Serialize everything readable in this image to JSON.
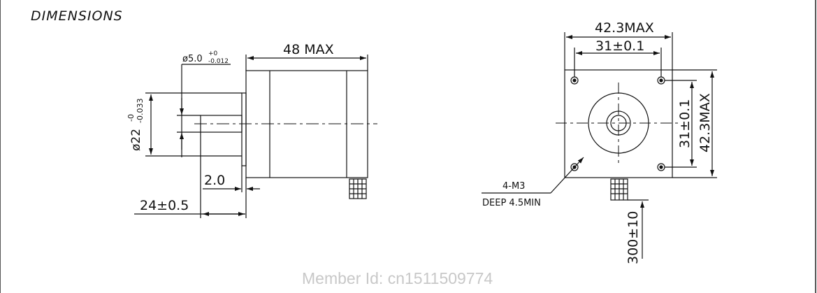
{
  "title": "DIMENSIONS",
  "watermark": "Member Id: cn1511509774",
  "side_view": {
    "length": "48 MAX",
    "shaft_dia_base": "ø5.0",
    "shaft_dia_tol_upper": "+0",
    "shaft_dia_tol_lower": "-0.012",
    "boss_dia_base": "ø22",
    "boss_dia_tol_upper": "-0",
    "boss_dia_tol_lower": "-0.033",
    "boss_height": "2.0",
    "shaft_length": "24±0.5"
  },
  "front_view": {
    "width_max": "42.3MAX",
    "hole_spacing_h": "31±0.1",
    "hole_spacing_v": "31±0.1",
    "height_max": "42.3MAX",
    "hole_spec": "4-M3",
    "hole_depth": "DEEP 4.5MIN",
    "lead_length": "300±10"
  }
}
